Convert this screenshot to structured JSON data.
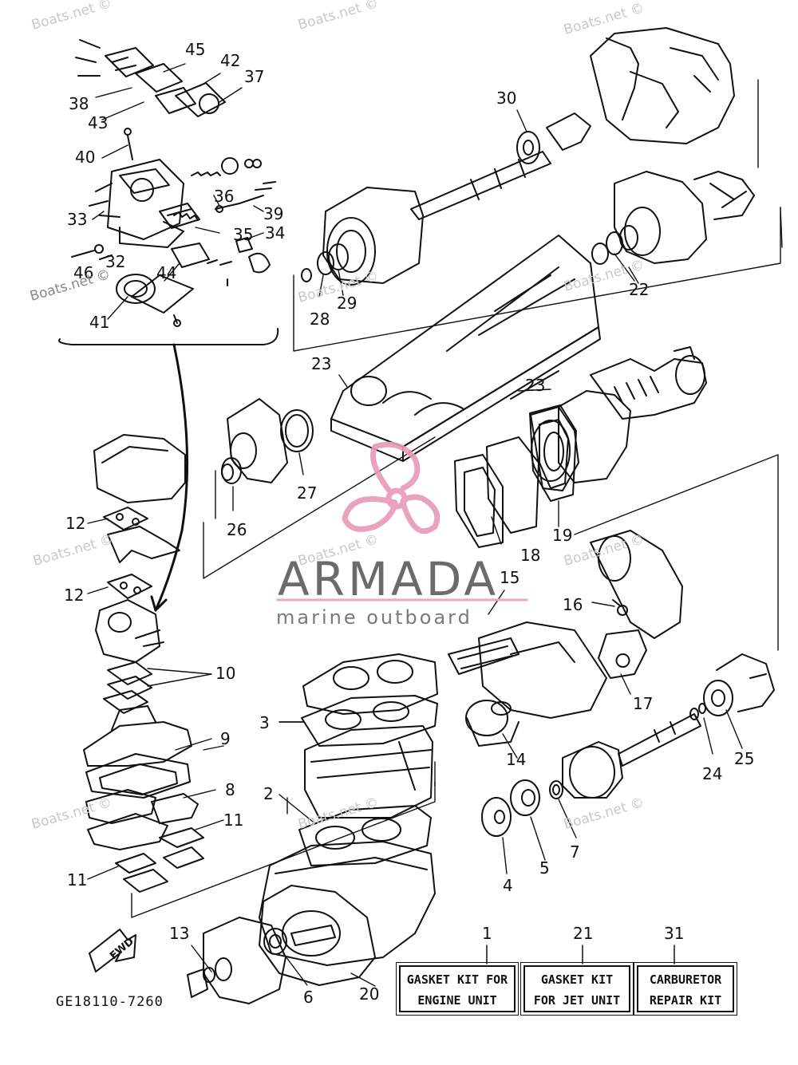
{
  "diagram": {
    "part_code": "GE18110-7260",
    "fwd_label": "FWD",
    "brand": {
      "name": "ARMADA",
      "tagline": "marine outboard"
    },
    "watermark": "Boats.net ©",
    "callouts": [
      "2",
      "3",
      "4",
      "5",
      "6",
      "7",
      "8",
      "9",
      "10",
      "11",
      "11",
      "12",
      "12",
      "13",
      "14",
      "15",
      "16",
      "17",
      "18",
      "19",
      "20",
      "22",
      "23",
      "23",
      "24",
      "25",
      "26",
      "27",
      "28",
      "29",
      "30",
      "33",
      "34",
      "35",
      "36",
      "37",
      "38",
      "39",
      "40",
      "41",
      "42",
      "43",
      "44",
      "45",
      "46",
      "32"
    ],
    "kits": [
      {
        "number": "1",
        "line1": "GASKET KIT FOR",
        "line2": "ENGINE UNIT"
      },
      {
        "number": "21",
        "line1": "GASKET KIT",
        "line2": "FOR JET UNIT"
      },
      {
        "number": "31",
        "line1": "CARBURETOR",
        "line2": "REPAIR KIT"
      }
    ]
  }
}
